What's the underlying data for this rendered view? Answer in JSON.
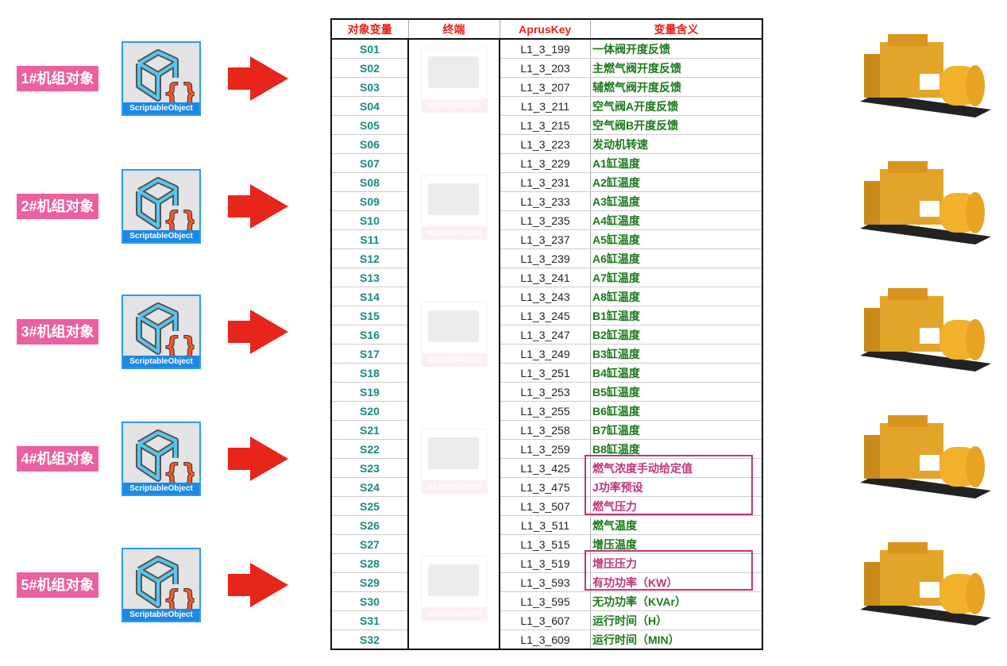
{
  "units": [
    {
      "label": "1#机组对象",
      "terminal": "AX20230423201"
    },
    {
      "label": "2#机组对象",
      "terminal": "AX20230423202"
    },
    {
      "label": "3#机组对象",
      "terminal": "AX20230423203"
    },
    {
      "label": "4#机组对象",
      "terminal": "AX20230423204"
    },
    {
      "label": "5#机组对象",
      "terminal": "AX20230423205"
    }
  ],
  "so_caption": "ScriptableObject",
  "colors": {
    "label": "#ec5fa0",
    "arrow": "#e8251b",
    "header": "#e8221b",
    "var": "#168a82",
    "meaning": "#1a7a1a",
    "highlight": "#c0357a"
  },
  "table": {
    "headers": [
      "对象变量",
      "终端",
      "AprusKey",
      "变量含义"
    ],
    "rows": [
      [
        "S01",
        "L1_3_199",
        "一体阀开度反馈"
      ],
      [
        "S02",
        "L1_3_203",
        "主燃气阀开度反馈"
      ],
      [
        "S03",
        "L1_3_207",
        "辅燃气阀开度反馈"
      ],
      [
        "S04",
        "L1_3_211",
        "空气阀A开度反馈"
      ],
      [
        "S05",
        "L1_3_215",
        "空气阀B开度反馈"
      ],
      [
        "S06",
        "L1_3_223",
        "发动机转速"
      ],
      [
        "S07",
        "L1_3_229",
        "A1缸温度"
      ],
      [
        "S08",
        "L1_3_231",
        "A2缸温度"
      ],
      [
        "S09",
        "L1_3_233",
        "A3缸温度"
      ],
      [
        "S10",
        "L1_3_235",
        "A4缸温度"
      ],
      [
        "S11",
        "L1_3_237",
        "A5缸温度"
      ],
      [
        "S12",
        "L1_3_239",
        "A6缸温度"
      ],
      [
        "S13",
        "L1_3_241",
        "A7缸温度"
      ],
      [
        "S14",
        "L1_3_243",
        "A8缸温度"
      ],
      [
        "S15",
        "L1_3_245",
        "B1缸温度"
      ],
      [
        "S16",
        "L1_3_247",
        "B2缸温度"
      ],
      [
        "S17",
        "L1_3_249",
        "B3缸温度"
      ],
      [
        "S18",
        "L1_3_251",
        "B4缸温度"
      ],
      [
        "S19",
        "L1_3_253",
        "B5缸温度"
      ],
      [
        "S20",
        "L1_3_255",
        "B6缸温度"
      ],
      [
        "S21",
        "L1_3_258",
        "B7缸温度"
      ],
      [
        "S22",
        "L1_3_259",
        "B8缸温度"
      ],
      [
        "S23",
        "L1_3_425",
        "燃气浓度手动给定值"
      ],
      [
        "S24",
        "L1_3_475",
        "J功率预设"
      ],
      [
        "S25",
        "L1_3_507",
        "燃气压力"
      ],
      [
        "S26",
        "L1_3_511",
        "燃气温度"
      ],
      [
        "S27",
        "L1_3_515",
        "增压温度"
      ],
      [
        "S28",
        "L1_3_519",
        "增压压力"
      ],
      [
        "S29",
        "L1_3_593",
        "有功功率（KW）"
      ],
      [
        "S30",
        "L1_3_595",
        "无功功率（KVAr）"
      ],
      [
        "S31",
        "L1_3_607",
        "运行时间（H）"
      ],
      [
        "S32",
        "L1_3_609",
        "运行时间（MIN）"
      ]
    ],
    "highlighted": [
      "S23",
      "S24",
      "S25",
      "S28",
      "S29"
    ]
  }
}
